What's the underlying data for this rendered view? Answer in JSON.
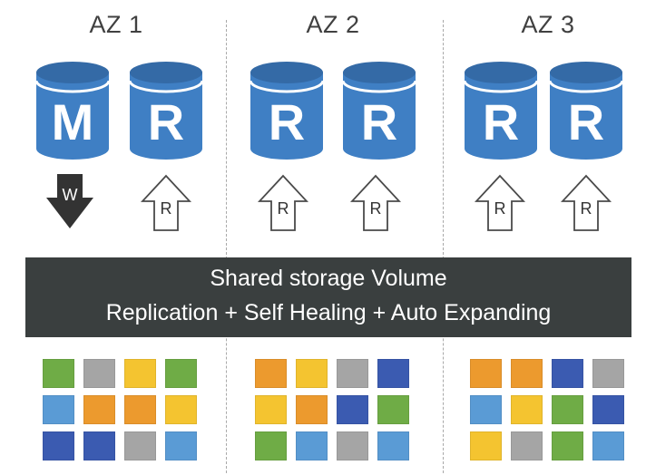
{
  "zones": [
    {
      "label": "AZ 1",
      "databases": [
        {
          "letter": "M"
        },
        {
          "letter": "R"
        }
      ],
      "arrows": [
        {
          "direction": "down",
          "letter": "W"
        },
        {
          "direction": "up",
          "letter": "R"
        }
      ],
      "blocks": [
        "green",
        "gray",
        "yellow",
        "green",
        "lightblue",
        "orange",
        "orange",
        "yellow",
        "darkblue",
        "darkblue",
        "gray",
        "lightblue"
      ]
    },
    {
      "label": "AZ 2",
      "databases": [
        {
          "letter": "R"
        },
        {
          "letter": "R"
        }
      ],
      "arrows": [
        {
          "direction": "up",
          "letter": "R"
        },
        {
          "direction": "up",
          "letter": "R"
        }
      ],
      "blocks": [
        "orange",
        "yellow",
        "gray",
        "darkblue",
        "yellow",
        "orange",
        "darkblue",
        "green",
        "green",
        "lightblue",
        "gray",
        "lightblue"
      ]
    },
    {
      "label": "AZ 3",
      "databases": [
        {
          "letter": "R"
        },
        {
          "letter": "R"
        }
      ],
      "arrows": [
        {
          "direction": "up",
          "letter": "R"
        },
        {
          "direction": "up",
          "letter": "R"
        }
      ],
      "blocks": [
        "orange",
        "orange",
        "darkblue",
        "gray",
        "lightblue",
        "yellow",
        "green",
        "darkblue",
        "yellow",
        "gray",
        "green",
        "lightblue"
      ]
    }
  ],
  "storage": {
    "title": "Shared storage Volume",
    "subtitle": "Replication + Self Healing + Auto Expanding"
  },
  "colors": {
    "db_body": "#3f7fc4",
    "db_top": "#346aa6",
    "db_rim": "#ffffff",
    "storage_bar": "#3a3f3f",
    "write_arrow": "#333333",
    "read_arrow_stroke": "#4a4a4a",
    "blocks": {
      "green": "#6fac46",
      "gray": "#a5a5a5",
      "yellow": "#f4c430",
      "orange": "#ec9a2e",
      "lightblue": "#5a9bd5",
      "darkblue": "#3b5bb1"
    }
  }
}
